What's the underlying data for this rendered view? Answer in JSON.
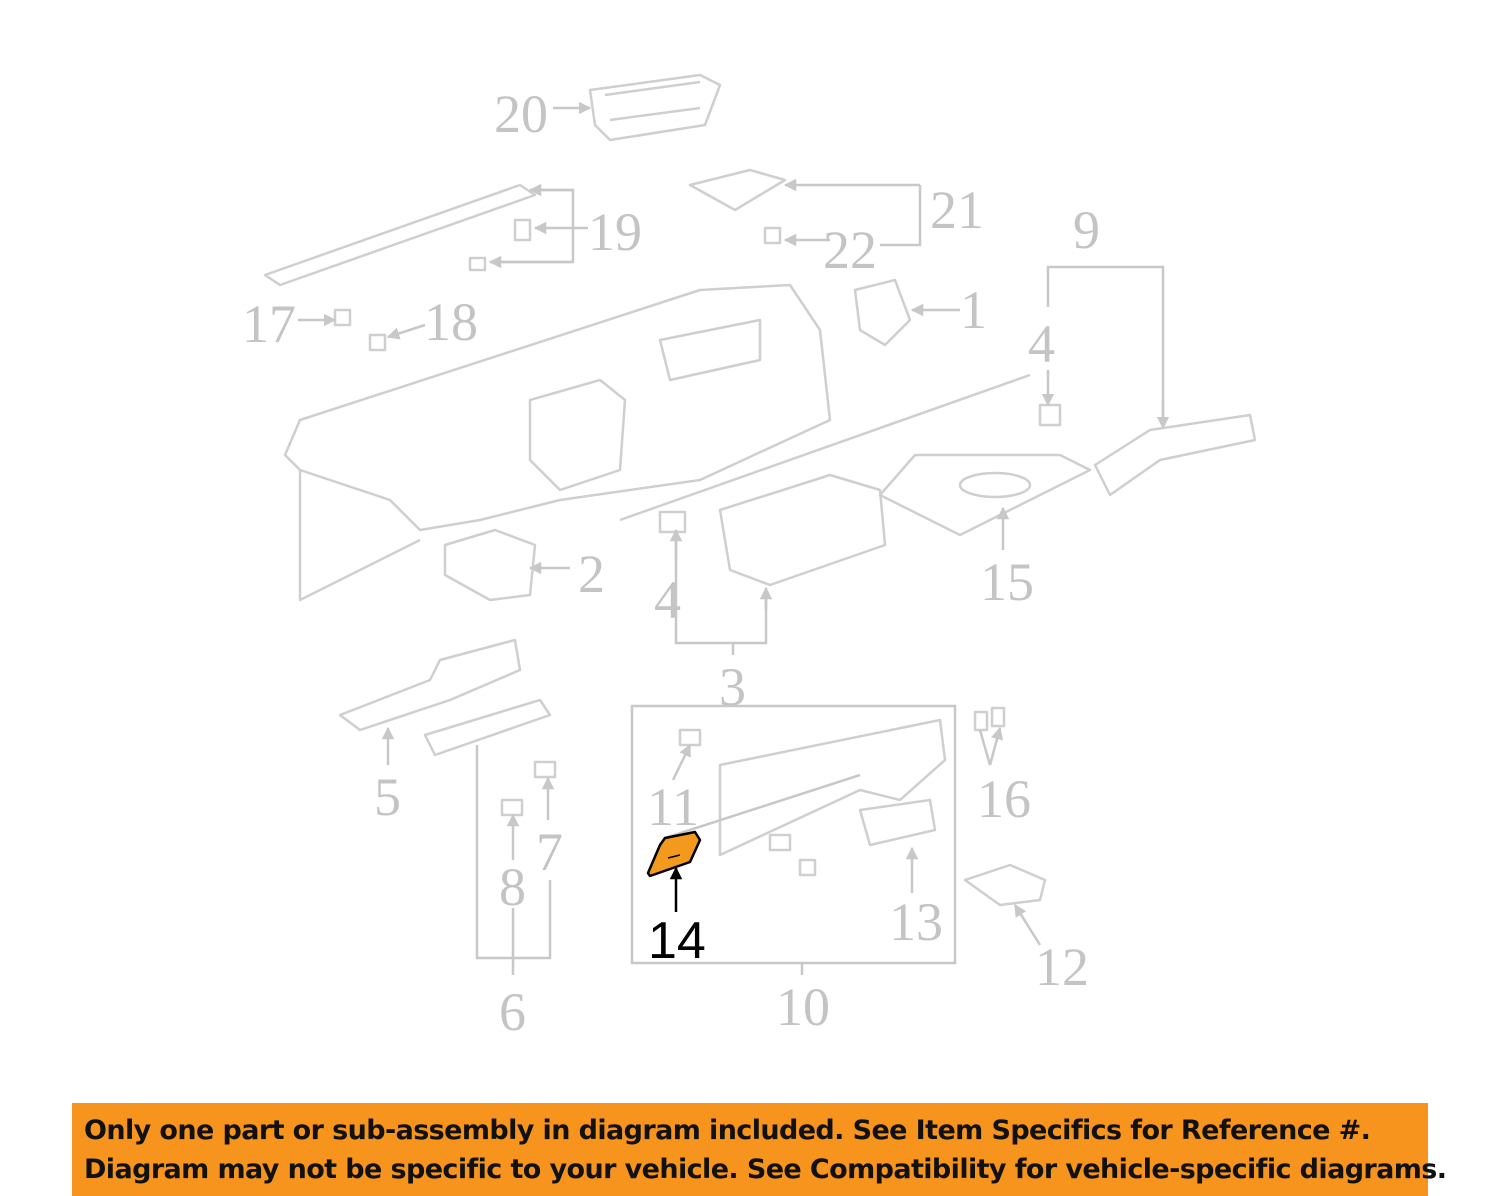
{
  "diagram": {
    "labels": [
      "20",
      "19",
      "21",
      "22",
      "9",
      "17",
      "18",
      "1",
      "4",
      "2",
      "4",
      "15",
      "3",
      "5",
      "11",
      "16",
      "7",
      "8",
      "14",
      "13",
      "12",
      "6",
      "10"
    ],
    "highlighted_part": "14",
    "highlight_color": "#f39a1e",
    "line_color": "#c8c8c8"
  },
  "banner": {
    "line1": "Only one part or sub-assembly in diagram included. See Item Specifics for Reference #.",
    "line2": "Diagram may not be specific to your vehicle. See Compatibility for vehicle-specific diagrams.",
    "color": "#f7941d"
  }
}
